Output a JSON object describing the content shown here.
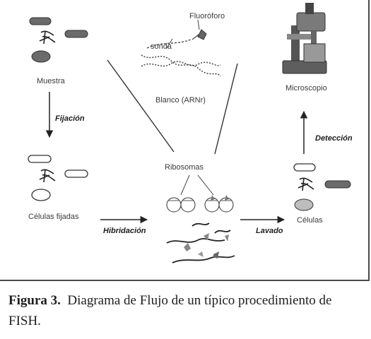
{
  "diagram": {
    "labels": {
      "fluoroforo": "Fluoróforo",
      "sonda": "sonda",
      "blanco": "Blanco (ARNr)",
      "muestra": "Muestra",
      "microscopio": "Microscopio",
      "ribosomas": "Ribosomas",
      "celulas_fijadas": "Células fijadas",
      "celulas": "Células"
    },
    "steps": {
      "fijacion": "Fijación",
      "hibridacion": "Hibridación",
      "lavado": "Lavado",
      "deteccion": "Detección"
    }
  },
  "caption": {
    "label": "Figura 3.",
    "text": "Diagrama de Flujo de un típico procedimiento de FISH."
  }
}
